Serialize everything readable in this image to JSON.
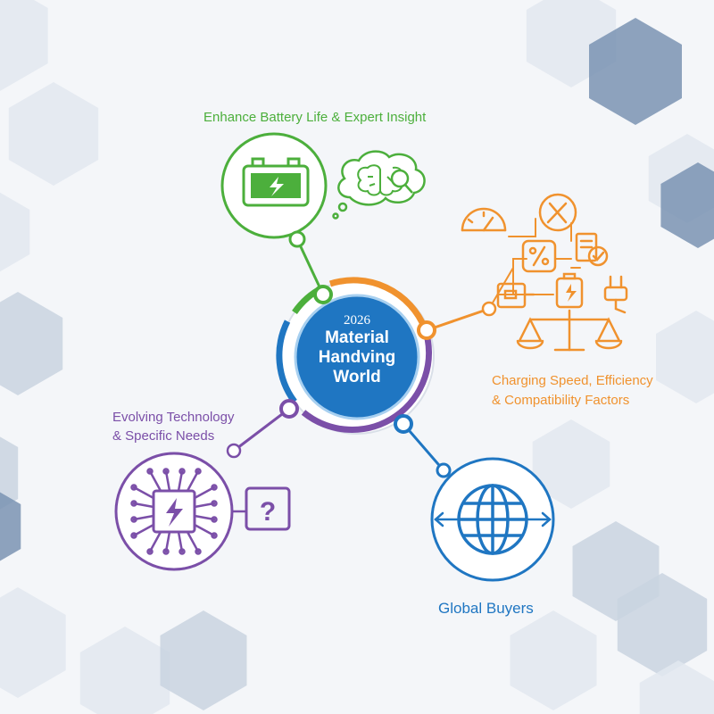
{
  "colors": {
    "background": "#f4f6f9",
    "green": "#4caf3c",
    "orange": "#f0922e",
    "purple": "#7b4fa8",
    "blue": "#1f76c2",
    "hub_fill": "#1f76c2",
    "hex_light": "#e2e8f0",
    "hex_mid": "#c9d3e0",
    "hex_dark": "#7a93b3"
  },
  "hub": {
    "year": "2026",
    "title_line1": "Material",
    "title_line2": "Handving",
    "title_line3": "World"
  },
  "nodes": {
    "battery": {
      "label": "Enhance Battery Life & Expert Insight",
      "icons": [
        "battery-icon",
        "brain-icon",
        "magnifier-icon",
        "thought-bubble-icon"
      ]
    },
    "charging": {
      "label_line1": "Charging Speed, Efficiency",
      "label_line2": "& Compatibility Factors",
      "icons": [
        "speedometer-icon",
        "wrench-screwdriver-icon",
        "percent-icon",
        "checklist-icon",
        "charger-icon",
        "battery-small-icon",
        "plug-icon",
        "balance-scale-icon"
      ]
    },
    "technology": {
      "label_line1": "Evolving Technology",
      "label_line2": "& Specific Needs",
      "question_mark": "?",
      "icons": [
        "chip-icon",
        "lightning-icon",
        "question-box-icon"
      ]
    },
    "buyers": {
      "label": "Global Buyers",
      "icons": [
        "globe-icon",
        "arrows-icon"
      ]
    }
  }
}
